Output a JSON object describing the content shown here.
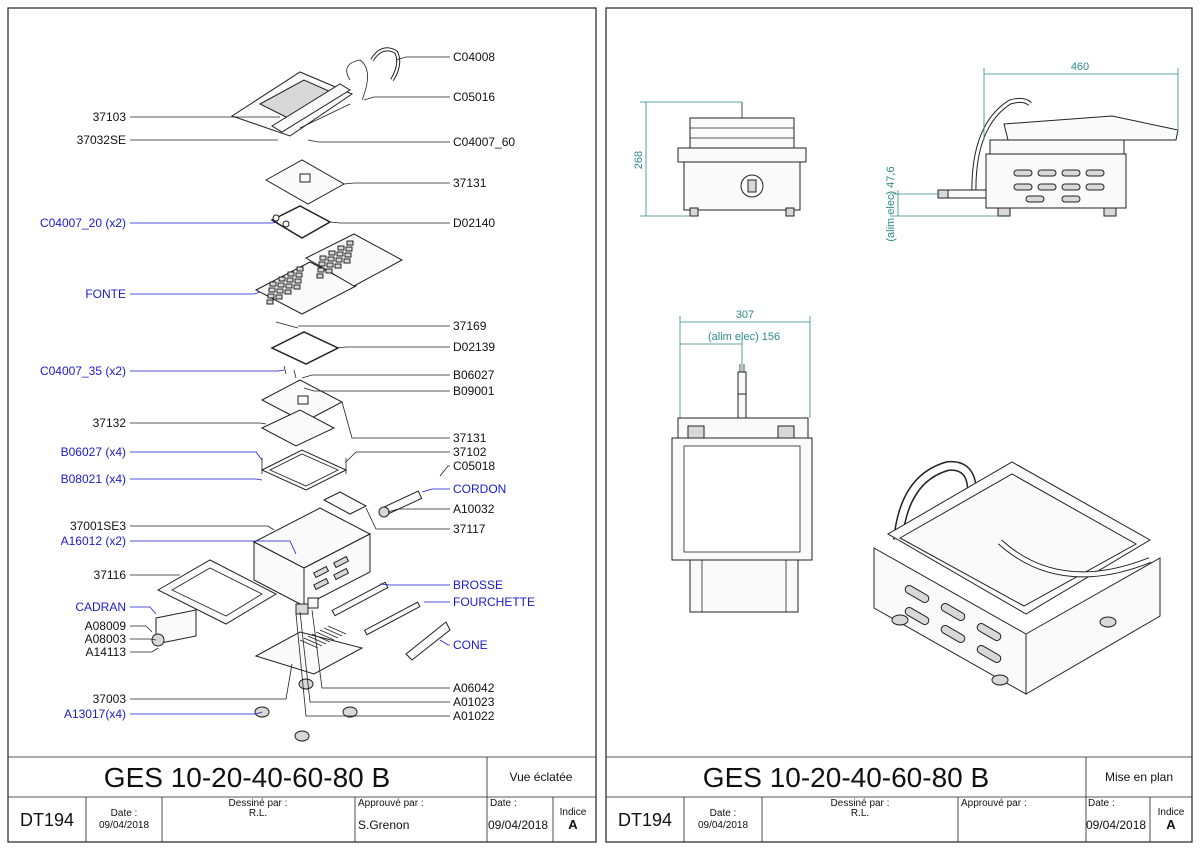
{
  "sheets": [
    {
      "title": "GES 10-20-40-60-80 B",
      "view": "Vue éclatée",
      "code": "DT194",
      "date_label": "Date :",
      "date_value": "09/04/2018",
      "drawn_label": "Dessiné par :",
      "drawn_value": "R.L.",
      "approved_label": "Approuvé par :",
      "approved_value": "S.Grenon",
      "date2_label": "Date :",
      "date2_value": "09/04/2018",
      "index_label": "Indice",
      "index_value": "A"
    },
    {
      "title": "GES 10-20-40-60-80 B",
      "view": "Mise en plan",
      "code": "DT194",
      "date_label": "Date :",
      "date_value": "09/04/2018",
      "drawn_label": "Dessiné par :",
      "drawn_value": "R.L.",
      "approved_label": "Approuvé par :",
      "approved_value": "",
      "date2_label": "Date :",
      "date2_value": "09/04/2018",
      "index_label": "Indice",
      "index_value": "A"
    }
  ],
  "left_labels": [
    {
      "text": "37103",
      "color": "black"
    },
    {
      "text": "37032SE",
      "color": "black"
    },
    {
      "text": "C04007_20 (x2)",
      "color": "blue"
    },
    {
      "text": "FONTE",
      "color": "blue"
    },
    {
      "text": "C04007_35 (x2)",
      "color": "blue"
    },
    {
      "text": "37132",
      "color": "black"
    },
    {
      "text": "B06027 (x4)",
      "color": "blue"
    },
    {
      "text": "B08021 (x4)",
      "color": "blue"
    },
    {
      "text": "37001SE3",
      "color": "black"
    },
    {
      "text": "A16012 (x2)",
      "color": "blue"
    },
    {
      "text": "37116",
      "color": "black"
    },
    {
      "text": "CADRAN",
      "color": "blue"
    },
    {
      "text": "A08009",
      "color": "black"
    },
    {
      "text": "A08003",
      "color": "black"
    },
    {
      "text": "A14113",
      "color": "black"
    },
    {
      "text": "37003",
      "color": "black"
    },
    {
      "text": "A13017(x4)",
      "color": "blue"
    }
  ],
  "right_labels": [
    {
      "text": "C04008",
      "color": "black"
    },
    {
      "text": "C05016",
      "color": "black"
    },
    {
      "text": "C04007_60",
      "color": "black"
    },
    {
      "text": "37131",
      "color": "black"
    },
    {
      "text": "D02140",
      "color": "black"
    },
    {
      "text": "37169",
      "color": "black"
    },
    {
      "text": "D02139",
      "color": "black"
    },
    {
      "text": "B06027",
      "color": "black"
    },
    {
      "text": "B09001",
      "color": "black"
    },
    {
      "text": "37131",
      "color": "black"
    },
    {
      "text": "37102",
      "color": "black"
    },
    {
      "text": "C05018",
      "color": "black"
    },
    {
      "text": "CORDON",
      "color": "blue"
    },
    {
      "text": "A10032",
      "color": "black"
    },
    {
      "text": "37117",
      "color": "black"
    },
    {
      "text": "BROSSE",
      "color": "blue"
    },
    {
      "text": "FOURCHETTE",
      "color": "blue"
    },
    {
      "text": "CONE",
      "color": "blue"
    },
    {
      "text": "A06042",
      "color": "black"
    },
    {
      "text": "A01023",
      "color": "black"
    },
    {
      "text": "A01022",
      "color": "black"
    }
  ],
  "dimensions": {
    "height": "268",
    "length": "460",
    "cord_height": "(alim elec) 47,6",
    "width": "307",
    "cord_offset": "(alim elec) 156"
  },
  "colors": {
    "label_blue": "#1a1acc",
    "dimension": "#2e8a8a",
    "line": "#222222"
  }
}
